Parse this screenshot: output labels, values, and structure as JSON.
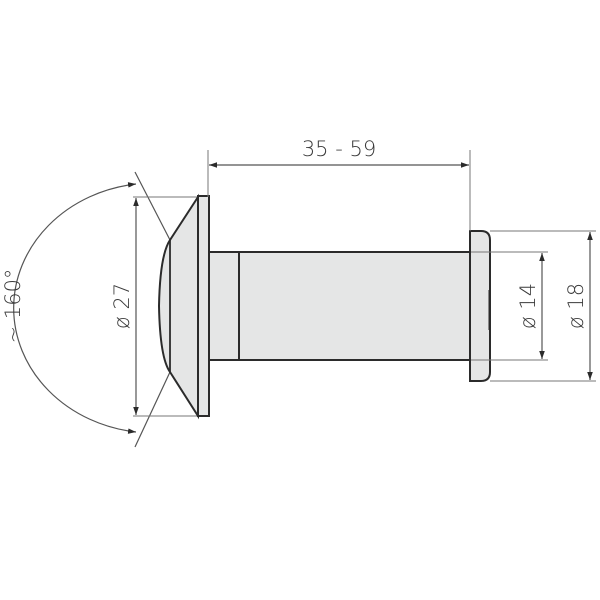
{
  "drawing": {
    "subject": "door viewer technical drawing",
    "colors": {
      "part_fill": "#e5e6e6",
      "part_stroke": "#2b2b2b",
      "dim_line": "#555555",
      "text": "#3a3a3a",
      "background": "#ffffff"
    },
    "dimensions": {
      "length": "35 - 59",
      "head_diameter": "ø 27",
      "tube_diameter": "ø 14",
      "cap_diameter": "ø 18",
      "viewing_angle": "~ 160°"
    }
  }
}
